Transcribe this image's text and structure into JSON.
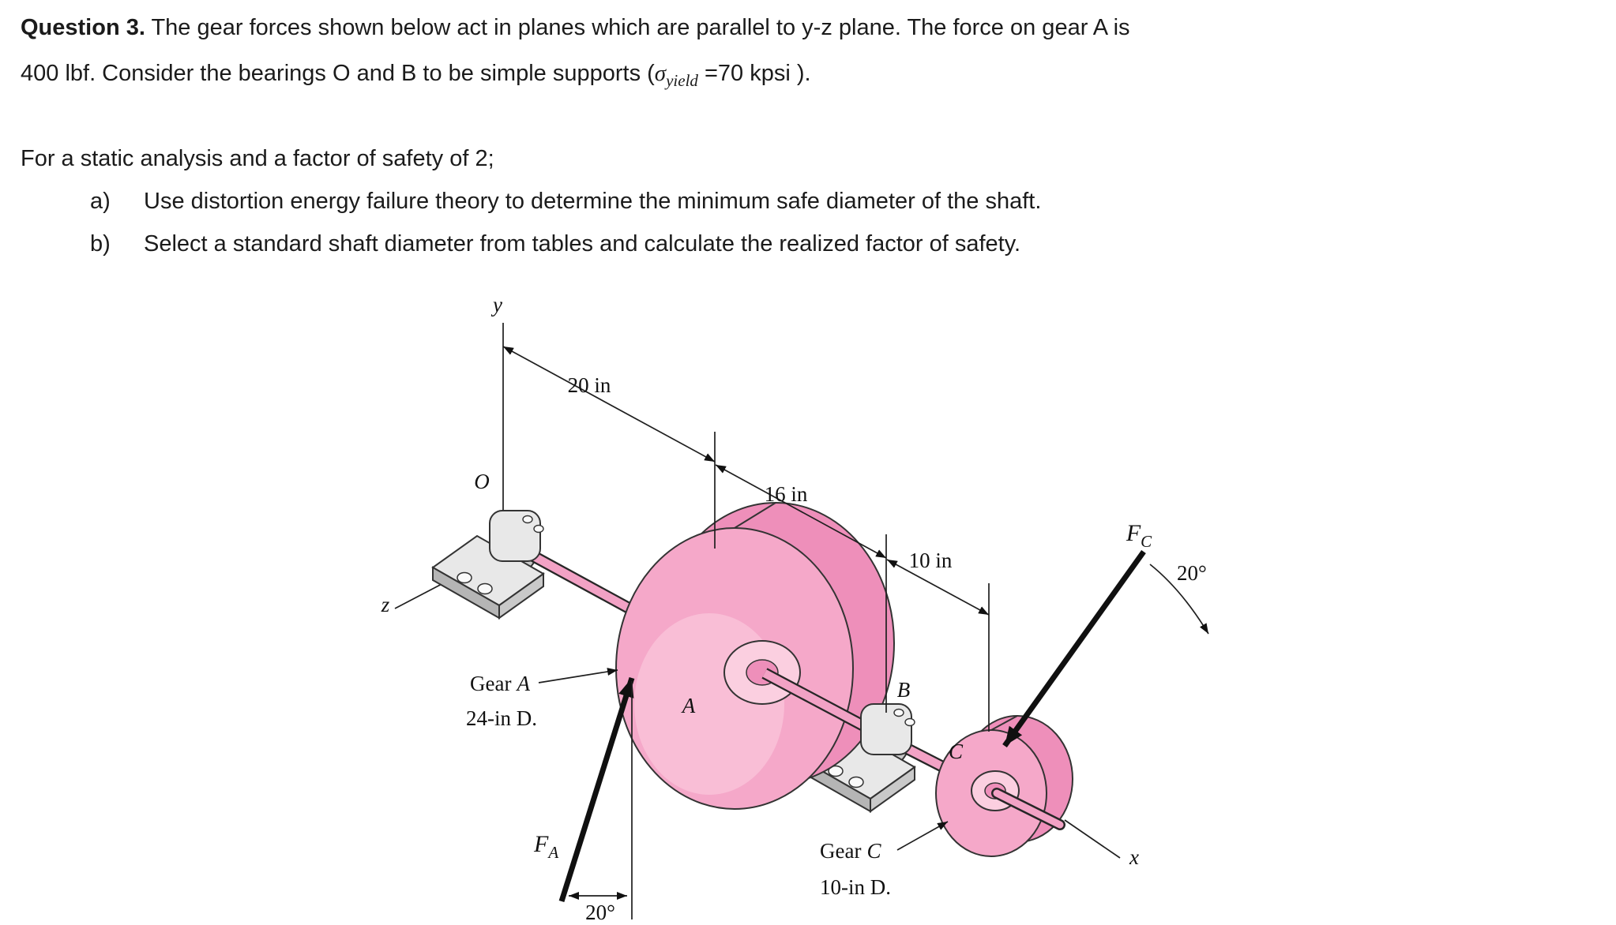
{
  "question": {
    "label": "Question 3.",
    "line1": " The gear forces shown below act in planes which are parallel to y-z plane. The force on gear A is",
    "line2_pre": "400 lbf. Consider the bearings O and B to be simple supports (",
    "sigma": "σ",
    "sigma_sub": "yield",
    "line2_post": " =70 kpsi )."
  },
  "tasks": {
    "intro": "For a static analysis and a factor of safety of 2;",
    "items": [
      {
        "marker": "a)",
        "text": "Use distortion energy failure theory to determine the minimum safe diameter of the shaft."
      },
      {
        "marker": "b)",
        "text": "Select a standard shaft diameter from tables and calculate the realized factor of safety."
      }
    ]
  },
  "figure": {
    "axes": {
      "y": "y",
      "z": "z",
      "x": "x"
    },
    "points": {
      "o": "O",
      "a": "A",
      "b": "B",
      "c": "C"
    },
    "dims": {
      "oa": "20 in",
      "ab": "16 in",
      "bc": "10 in"
    },
    "forces": {
      "fa_symbol": "F",
      "fa_sub": "A",
      "fa_angle": "20°",
      "fc_symbol": "F",
      "fc_sub": "C",
      "fc_angle": "20°"
    },
    "callouts": {
      "gear_a_word": "Gear",
      "gear_a_letter": "A",
      "gear_a_dia": "24-in D.",
      "gear_c_word": "Gear",
      "gear_c_letter": "C",
      "gear_c_dia": "10-in D."
    },
    "colors": {
      "gear_main": "#f5a8c9",
      "gear_mid": "#ee8fba",
      "gear_light": "#fbcfe0",
      "shaft": "#f2a2c5",
      "bearing_light": "#e8e8e8",
      "bearing_mid": "#c9c9c9",
      "bearing_dark": "#b5b5b5",
      "bolt": "#fafafa",
      "line": "#1a1a1a"
    }
  }
}
